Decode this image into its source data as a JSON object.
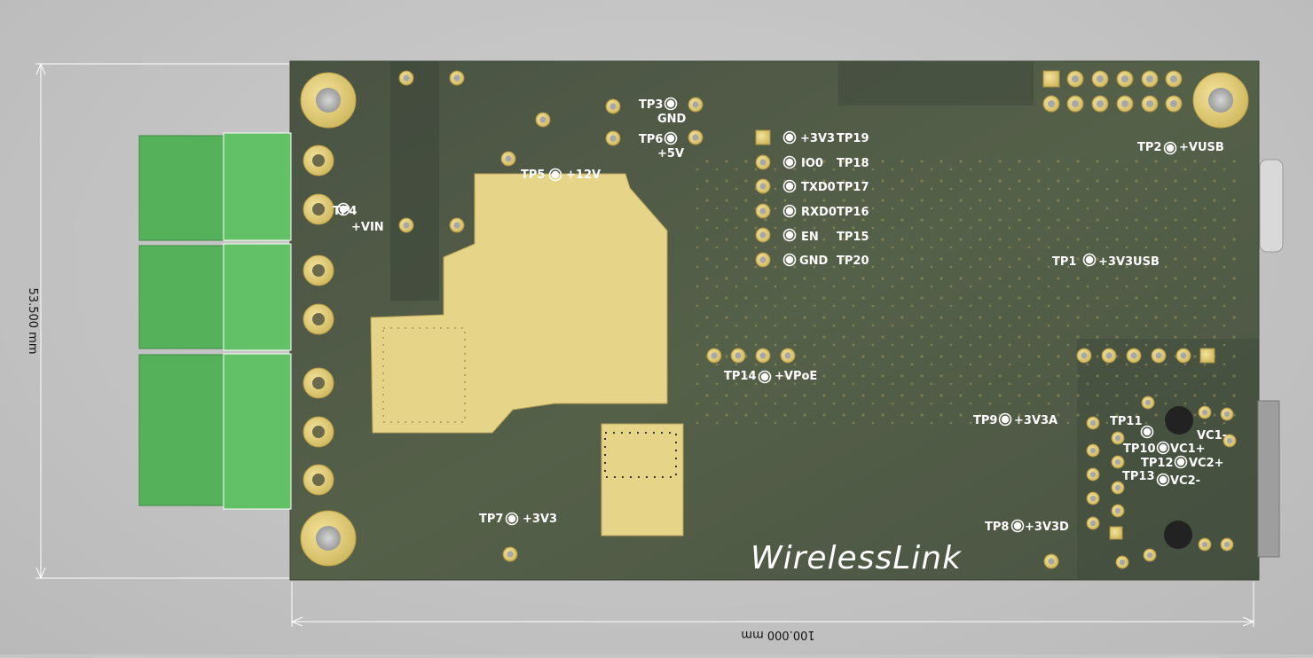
{
  "board": {
    "brand": "WirelessLink",
    "colors": {
      "substrate": "#4c5644",
      "copper_pour": "#e7d48a",
      "silkscreen": "#ffffff",
      "connector_green": "#5cb85c",
      "background": "#c6c6c6"
    }
  },
  "dimensions": {
    "width_label": "100.000 mm",
    "height_label": "53.500 mm"
  },
  "header_labels": {
    "rows": [
      {
        "left": "+3V3",
        "right": "TP19"
      },
      {
        "left": "IO0",
        "right": "TP18"
      },
      {
        "left": "TXD0",
        "right": "TP17"
      },
      {
        "left": "RXD0",
        "right": "TP16"
      },
      {
        "left": "EN",
        "right": "TP15"
      },
      {
        "left": "GND",
        "right": "TP20"
      }
    ]
  },
  "test_points": {
    "tp3": {
      "id": "TP3",
      "net": "GND"
    },
    "tp6": {
      "id": "TP6",
      "net": "+5V"
    },
    "tp5": {
      "id": "TP5",
      "net": "+12V"
    },
    "tp4": {
      "id": "TP4",
      "net": "+VIN"
    },
    "tp7": {
      "id": "TP7",
      "net": "+3V3"
    },
    "tp14": {
      "id": "TP14",
      "net": "+VPoE"
    },
    "tp2": {
      "id": "TP2",
      "net": "+VUSB"
    },
    "tp1": {
      "id": "TP1",
      "net": "+3V3USB"
    },
    "tp9": {
      "id": "TP9",
      "net": "+3V3A"
    },
    "tp8": {
      "id": "TP8",
      "net": "+3V3D"
    },
    "tp11": {
      "id": "TP11",
      "net": "VC1-"
    },
    "tp10": {
      "id": "TP10",
      "net": "VC1+"
    },
    "tp12": {
      "id": "TP12",
      "net": "VC2+"
    },
    "tp13": {
      "id": "TP13",
      "net": "VC2-"
    }
  }
}
